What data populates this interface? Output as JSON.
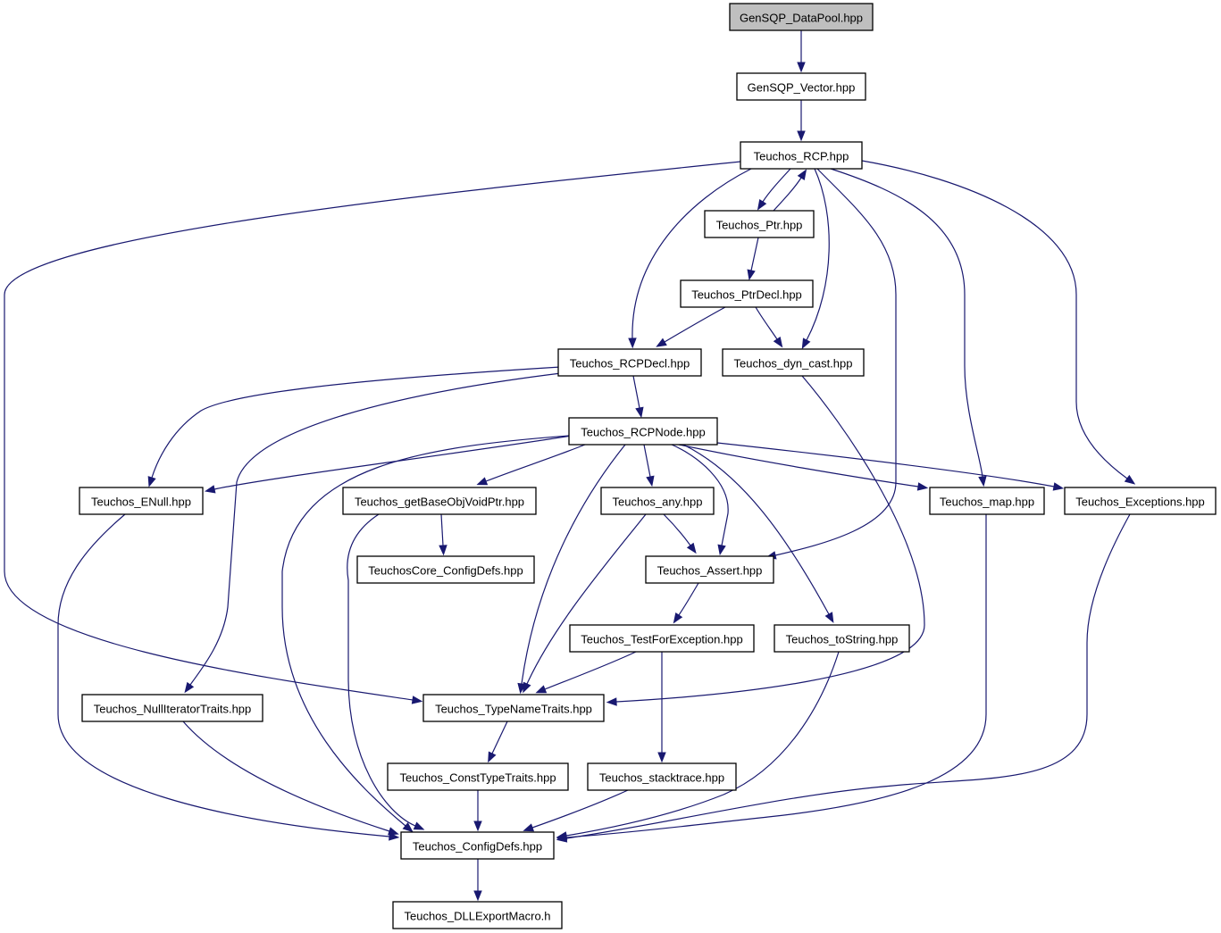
{
  "diagram": {
    "nodes": [
      {
        "id": "gensqp_datapool",
        "label": "GenSQP_DataPool.hpp",
        "root": true
      },
      {
        "id": "gensqp_vector",
        "label": "GenSQP_Vector.hpp"
      },
      {
        "id": "teuchos_rcp",
        "label": "Teuchos_RCP.hpp"
      },
      {
        "id": "teuchos_ptr",
        "label": "Teuchos_Ptr.hpp"
      },
      {
        "id": "teuchos_ptrdecl",
        "label": "Teuchos_PtrDecl.hpp"
      },
      {
        "id": "teuchos_rcpdecl",
        "label": "Teuchos_RCPDecl.hpp"
      },
      {
        "id": "teuchos_dyn_cast",
        "label": "Teuchos_dyn_cast.hpp"
      },
      {
        "id": "teuchos_rcpnode",
        "label": "Teuchos_RCPNode.hpp"
      },
      {
        "id": "teuchos_enull",
        "label": "Teuchos_ENull.hpp"
      },
      {
        "id": "teuchos_getbaseobjvoidptr",
        "label": "Teuchos_getBaseObjVoidPtr.hpp"
      },
      {
        "id": "teuchos_any",
        "label": "Teuchos_any.hpp"
      },
      {
        "id": "teuchos_map",
        "label": "Teuchos_map.hpp"
      },
      {
        "id": "teuchos_exceptions",
        "label": "Teuchos_Exceptions.hpp"
      },
      {
        "id": "teuchoscore_configdefs",
        "label": "TeuchosCore_ConfigDefs.hpp"
      },
      {
        "id": "teuchos_assert",
        "label": "Teuchos_Assert.hpp"
      },
      {
        "id": "teuchos_testforexception",
        "label": "Teuchos_TestForException.hpp"
      },
      {
        "id": "teuchos_tostring",
        "label": "Teuchos_toString.hpp"
      },
      {
        "id": "teuchos_nulliteratortraits",
        "label": "Teuchos_NullIteratorTraits.hpp"
      },
      {
        "id": "teuchos_typenametraits",
        "label": "Teuchos_TypeNameTraits.hpp"
      },
      {
        "id": "teuchos_consttypetraits",
        "label": "Teuchos_ConstTypeTraits.hpp"
      },
      {
        "id": "teuchos_stacktrace",
        "label": "Teuchos_stacktrace.hpp"
      },
      {
        "id": "teuchos_configdefs",
        "label": "Teuchos_ConfigDefs.hpp"
      },
      {
        "id": "teuchos_dllexportmacro",
        "label": "Teuchos_DLLExportMacro.h"
      }
    ],
    "edges": [
      {
        "from": "gensqp_datapool",
        "to": "gensqp_vector"
      },
      {
        "from": "gensqp_vector",
        "to": "teuchos_rcp"
      },
      {
        "from": "teuchos_rcp",
        "to": "teuchos_ptr"
      },
      {
        "from": "teuchos_ptr",
        "to": "teuchos_rcp"
      },
      {
        "from": "teuchos_rcp",
        "to": "teuchos_rcpdecl"
      },
      {
        "from": "teuchos_rcp",
        "to": "teuchos_dyn_cast"
      },
      {
        "from": "teuchos_rcp",
        "to": "teuchos_assert"
      },
      {
        "from": "teuchos_rcp",
        "to": "teuchos_map"
      },
      {
        "from": "teuchos_rcp",
        "to": "teuchos_exceptions"
      },
      {
        "from": "teuchos_rcp",
        "to": "teuchos_typenametraits"
      },
      {
        "from": "teuchos_ptr",
        "to": "teuchos_ptrdecl"
      },
      {
        "from": "teuchos_ptrdecl",
        "to": "teuchos_rcpdecl"
      },
      {
        "from": "teuchos_ptrdecl",
        "to": "teuchos_dyn_cast"
      },
      {
        "from": "teuchos_rcpdecl",
        "to": "teuchos_rcpnode"
      },
      {
        "from": "teuchos_rcpdecl",
        "to": "teuchos_enull"
      },
      {
        "from": "teuchos_rcpdecl",
        "to": "teuchos_nulliteratortraits"
      },
      {
        "from": "teuchos_dyn_cast",
        "to": "teuchos_typenametraits"
      },
      {
        "from": "teuchos_rcpnode",
        "to": "teuchos_enull"
      },
      {
        "from": "teuchos_rcpnode",
        "to": "teuchos_getbaseobjvoidptr"
      },
      {
        "from": "teuchos_rcpnode",
        "to": "teuchos_any"
      },
      {
        "from": "teuchos_rcpnode",
        "to": "teuchos_assert"
      },
      {
        "from": "teuchos_rcpnode",
        "to": "teuchos_map"
      },
      {
        "from": "teuchos_rcpnode",
        "to": "teuchos_exceptions"
      },
      {
        "from": "teuchos_rcpnode",
        "to": "teuchos_tostring"
      },
      {
        "from": "teuchos_rcpnode",
        "to": "teuchos_typenametraits"
      },
      {
        "from": "teuchos_rcpnode",
        "to": "teuchos_configdefs"
      },
      {
        "from": "teuchos_getbaseobjvoidptr",
        "to": "teuchoscore_configdefs"
      },
      {
        "from": "teuchos_getbaseobjvoidptr",
        "to": "teuchos_configdefs"
      },
      {
        "from": "teuchos_any",
        "to": "teuchos_assert"
      },
      {
        "from": "teuchos_any",
        "to": "teuchos_typenametraits"
      },
      {
        "from": "teuchos_assert",
        "to": "teuchos_testforexception"
      },
      {
        "from": "teuchos_testforexception",
        "to": "teuchos_typenametraits"
      },
      {
        "from": "teuchos_testforexception",
        "to": "teuchos_stacktrace"
      },
      {
        "from": "teuchos_typenametraits",
        "to": "teuchos_consttypetraits"
      },
      {
        "from": "teuchos_consttypetraits",
        "to": "teuchos_configdefs"
      },
      {
        "from": "teuchos_stacktrace",
        "to": "teuchos_configdefs"
      },
      {
        "from": "teuchos_tostring",
        "to": "teuchos_configdefs"
      },
      {
        "from": "teuchos_nulliteratortraits",
        "to": "teuchos_configdefs"
      },
      {
        "from": "teuchos_enull",
        "to": "teuchos_configdefs"
      },
      {
        "from": "teuchos_map",
        "to": "teuchos_configdefs"
      },
      {
        "from": "teuchos_exceptions",
        "to": "teuchos_configdefs"
      },
      {
        "from": "teuchos_configdefs",
        "to": "teuchos_dllexportmacro"
      }
    ]
  }
}
